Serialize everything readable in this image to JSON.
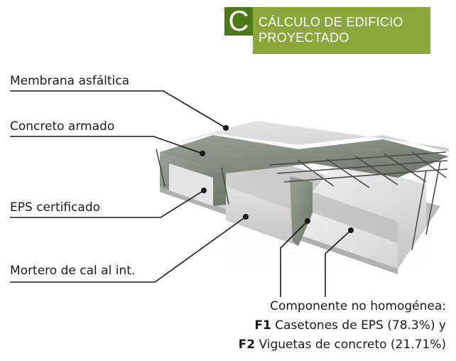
{
  "header": {
    "letter": "C",
    "title_line1": "CÁLCULO DE EDIFICIO",
    "title_line2": "PROYECTADO",
    "letter_box_color": "#4d7a18",
    "title_box_color": "#8aa83a"
  },
  "labels": {
    "membrana": "Membrana asfáltica",
    "concreto": "Concreto armado",
    "eps": "EPS certificado",
    "mortero": "Mortero de cal al int."
  },
  "caption": {
    "line1": "Componente no homogénea:",
    "f1_tag": "F1",
    "f1_text": "Casetones de EPS (78.3%) y",
    "f2_tag": "F2",
    "f2_text": "Viguetas de concreto (21.71%)"
  }
}
